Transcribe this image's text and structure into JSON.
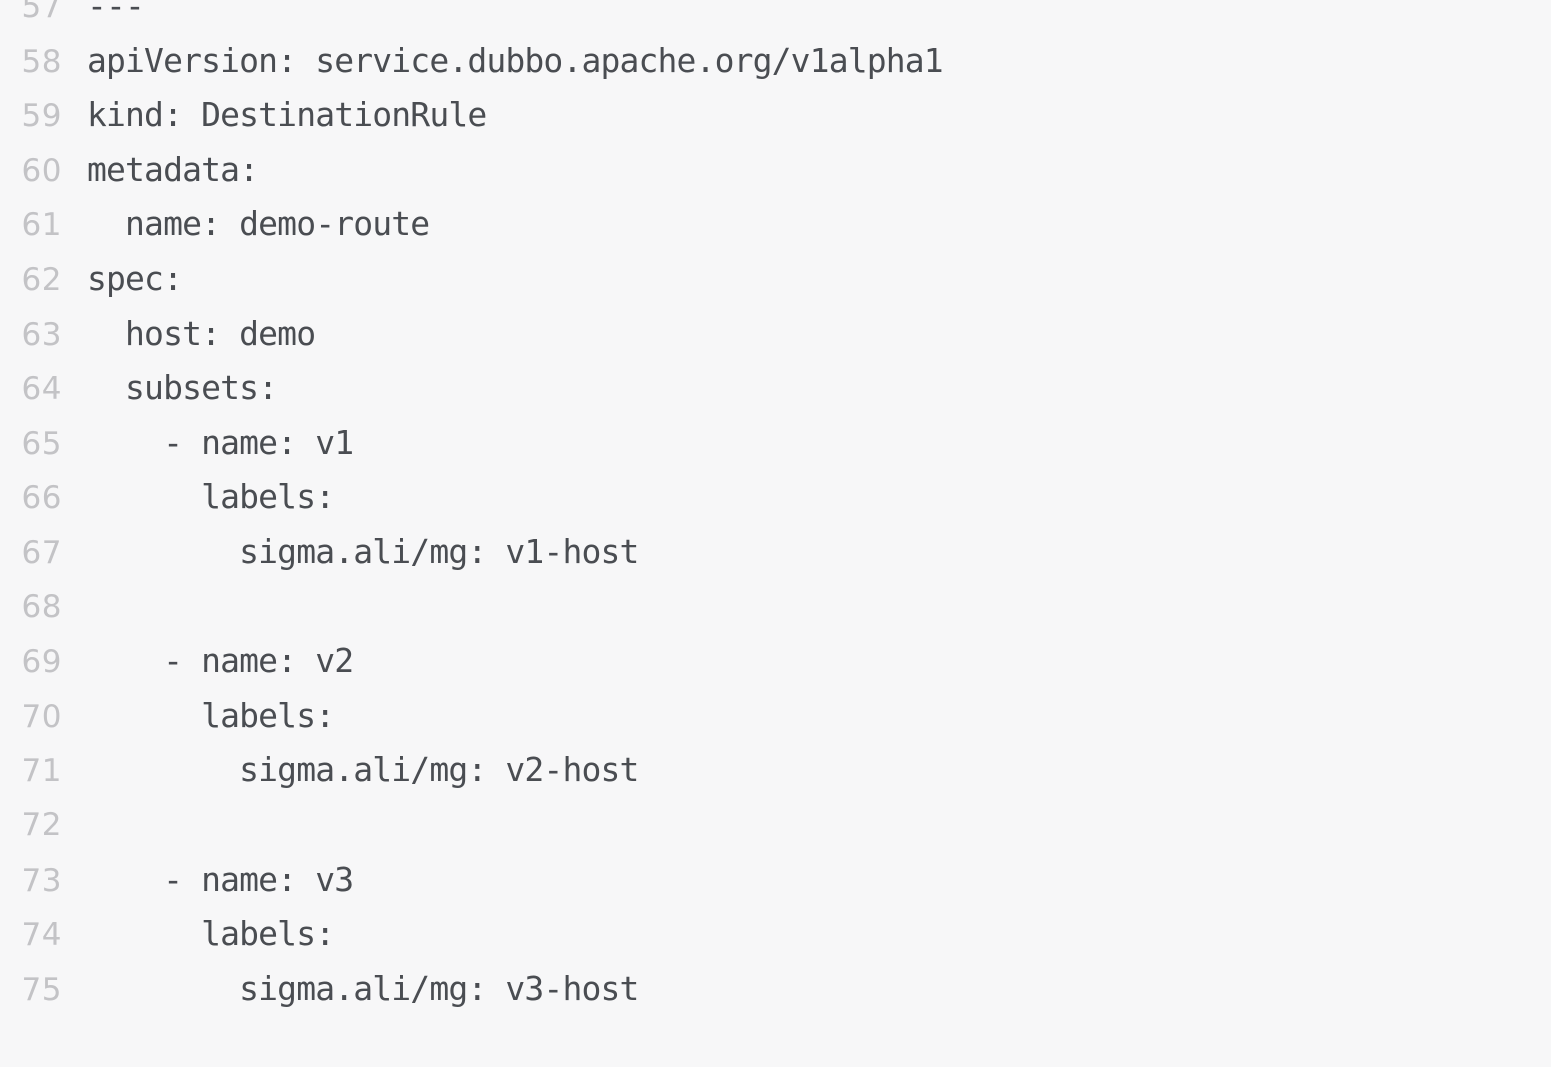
{
  "editor": {
    "language": "yaml",
    "background_color": "#f7f7f8",
    "line_number_color": "#c3c3c6",
    "code_text_color": "#4a4d52",
    "first_visible_line": 57,
    "last_visible_line": 75,
    "lines": [
      {
        "number": "57",
        "text": "---"
      },
      {
        "number": "58",
        "text": "apiVersion: service.dubbo.apache.org/v1alpha1"
      },
      {
        "number": "59",
        "text": "kind: DestinationRule"
      },
      {
        "number": "60",
        "text": "metadata:"
      },
      {
        "number": "61",
        "text": "  name: demo-route"
      },
      {
        "number": "62",
        "text": "spec:"
      },
      {
        "number": "63",
        "text": "  host: demo"
      },
      {
        "number": "64",
        "text": "  subsets:"
      },
      {
        "number": "65",
        "text": "    - name: v1"
      },
      {
        "number": "66",
        "text": "      labels:"
      },
      {
        "number": "67",
        "text": "        sigma.ali/mg: v1-host"
      },
      {
        "number": "68",
        "text": ""
      },
      {
        "number": "69",
        "text": "    - name: v2"
      },
      {
        "number": "70",
        "text": "      labels:"
      },
      {
        "number": "71",
        "text": "        sigma.ali/mg: v2-host"
      },
      {
        "number": "72",
        "text": ""
      },
      {
        "number": "73",
        "text": "    - name: v3"
      },
      {
        "number": "74",
        "text": "      labels:"
      },
      {
        "number": "75",
        "text": "        sigma.ali/mg: v3-host"
      }
    ]
  }
}
